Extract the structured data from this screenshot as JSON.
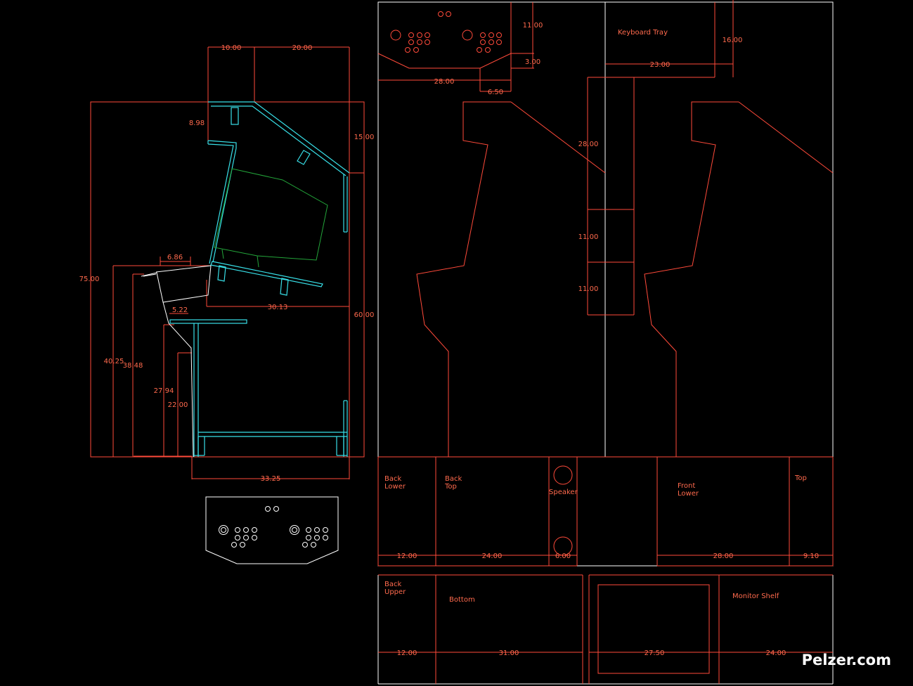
{
  "watermark": "Pelzer.com",
  "side_view": {
    "dims": {
      "d10": "10.00",
      "d20": "20.00",
      "d898": "8.98",
      "d15": "15.00",
      "d75": "75.00",
      "d686": "6.86",
      "d3013": "30.13",
      "d522": "5.22",
      "d60": "60.00",
      "d4025": "40.25",
      "d3848": "38.48",
      "d2794": "27.94",
      "d22": "22.00",
      "d3325": "33.25"
    }
  },
  "top_panel": {
    "dims": {
      "d11": "11.00",
      "d3": "3.00",
      "d28": "28.00",
      "d650": "6.50",
      "d16": "16.00",
      "d23": "23.00"
    },
    "keyboard_tray": "Keyboard Tray"
  },
  "side_panels": {
    "dims": {
      "d28": "28.00",
      "d11a": "11.00",
      "d11b": "11.00"
    }
  },
  "panels_row1": {
    "back_lower": [
      "Back",
      "Lower"
    ],
    "back_top": [
      "Back",
      "Top"
    ],
    "speaker": "Speaker",
    "front_lower": [
      "Front",
      "Lower"
    ],
    "top": "Top",
    "dims": {
      "d12": "12.00",
      "d24": "24.00",
      "d6": "6.00",
      "d28": "28.00",
      "d910": "9.10"
    }
  },
  "panels_row2": {
    "back_upper": [
      "Back",
      "Upper"
    ],
    "bottom": "Bottom",
    "monitor_shelf": "Monitor Shelf",
    "dims": {
      "d12": "12.00",
      "d31": "31.00",
      "d2750": "27.50",
      "d24": "24.00"
    }
  }
}
